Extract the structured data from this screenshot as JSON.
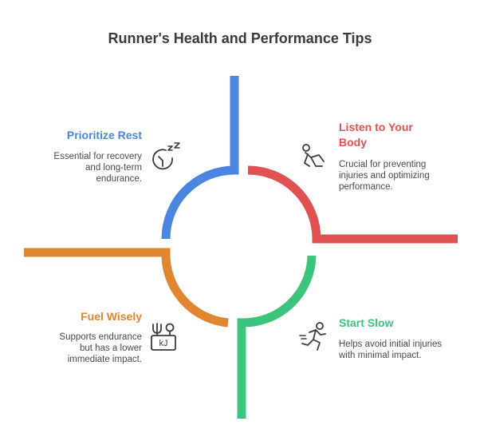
{
  "title": "Runner's Health and Performance Tips",
  "colors": {
    "blue": "#4a86e0",
    "red": "#e05252",
    "green": "#3cc47c",
    "orange": "#e08530"
  },
  "quadrants": {
    "prioritize_rest": {
      "heading": "Prioritize Rest",
      "desc_line1": "Essential for recovery",
      "desc_line2": "and long-term",
      "desc_line3": "endurance.",
      "icon": "sleep-icon"
    },
    "listen_to_body": {
      "heading_line1": "Listen to Your",
      "heading_line2": "Body",
      "desc_line1": "Crucial for preventing",
      "desc_line2": "injuries and optimizing",
      "desc_line3": "performance.",
      "icon": "stretching-person-icon"
    },
    "fuel_wisely": {
      "heading": "Fuel Wisely",
      "desc_line1": "Supports endurance",
      "desc_line2": "but has a lower",
      "desc_line3": "immediate impact.",
      "icon": "energy-kj-icon",
      "icon_label": "kJ"
    },
    "start_slow": {
      "heading": "Start Slow",
      "desc_line1": "Helps avoid initial injuries",
      "desc_line2": "with minimal impact.",
      "icon": "running-person-icon"
    }
  }
}
